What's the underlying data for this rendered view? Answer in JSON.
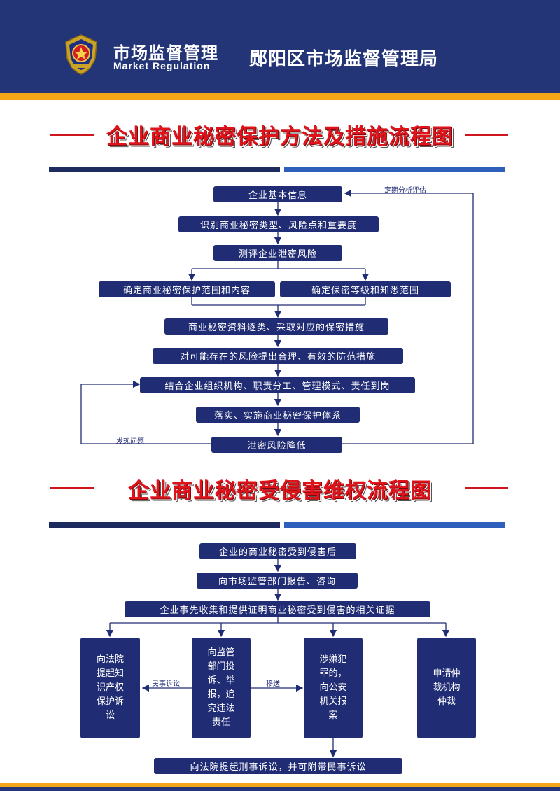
{
  "header": {
    "brand_cn": "市场监督管理",
    "brand_en": "Market Regulation",
    "org_name": "郧阳区市场监督管理局",
    "emblem_icon": "market-regulation-emblem"
  },
  "section1": {
    "title": "企业商业秘密保护方法及措施流程图",
    "steps": {
      "s1": "企业基本信息",
      "s2": "识别商业秘密类型、风险点和重要度",
      "s3": "测评企业泄密风险",
      "s4a": "确定商业秘密保护范围和内容",
      "s4b": "确定保密等级和知悉范围",
      "s5": "商业秘密资料逐类、采取对应的保密措施",
      "s6": "对可能存在的风险提出合理、有效的防范措施",
      "s7": "结合企业组织机构、职责分工、管理模式、责任到岗",
      "s8": "落实、实施商业秘密保护体系",
      "s9": "泄密风险降低"
    },
    "labels": {
      "periodic": "定期分析评估",
      "found_issue": "发现问题"
    }
  },
  "section2": {
    "title": "企业商业秘密受侵害维权流程图",
    "steps": {
      "t1": "企业的商业秘密受到侵害后",
      "t2": "向市场监管部门报告、咨询",
      "t3": "企业事先收集和提供证明商业秘密受到侵害的相关证据",
      "b1": "向法院\n提起知\n识产权\n保护诉\n讼",
      "b2": "向监管\n部门投\n诉、举\n报，追\n究违法\n责任",
      "b3": "涉嫌犯\n罪的，\n向公安\n机关报\n案",
      "b4": "申请仲\n裁机构\n仲裁",
      "t4": "向法院提起刑事诉讼，并可附带民事诉讼"
    },
    "labels": {
      "civil": "民事诉讼",
      "transfer": "移送"
    }
  },
  "colors": {
    "navy": "#233577",
    "box": "#202c74",
    "gold": "#f2a516",
    "title_red": "#e0131b"
  }
}
